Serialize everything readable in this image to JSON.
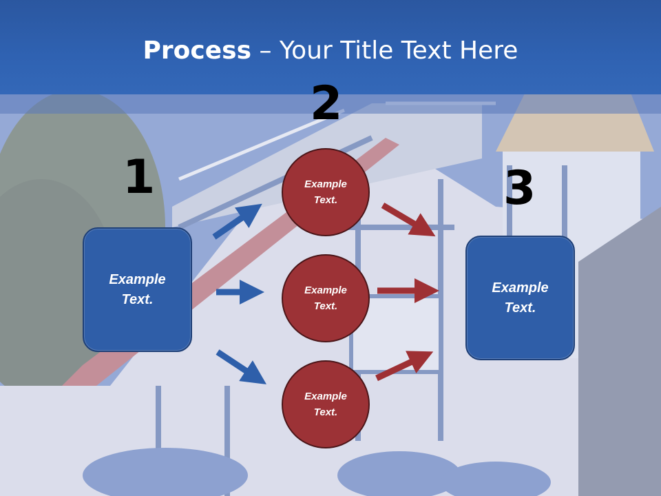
{
  "slide": {
    "title_bold": "Process",
    "title_rest": " – Your Title Text Here"
  },
  "steps": {
    "one": "1",
    "two": "2",
    "three": "3"
  },
  "nodes": {
    "left_box": {
      "line1": "Example",
      "line2": "Text."
    },
    "circle_top": {
      "line1": "Example",
      "line2": "Text."
    },
    "circle_middle": {
      "line1": "Example",
      "line2": "Text."
    },
    "circle_bottom": {
      "line1": "Example",
      "line2": "Text."
    },
    "right_box": {
      "line1": "Example",
      "line2": "Text."
    }
  },
  "colors": {
    "title_bar": "#2f62b2",
    "box_fill": "#2f5ea8",
    "circle_fill": "#9c3236",
    "blue_arrow": "#2e5faa",
    "red_arrow": "#9e3034"
  }
}
